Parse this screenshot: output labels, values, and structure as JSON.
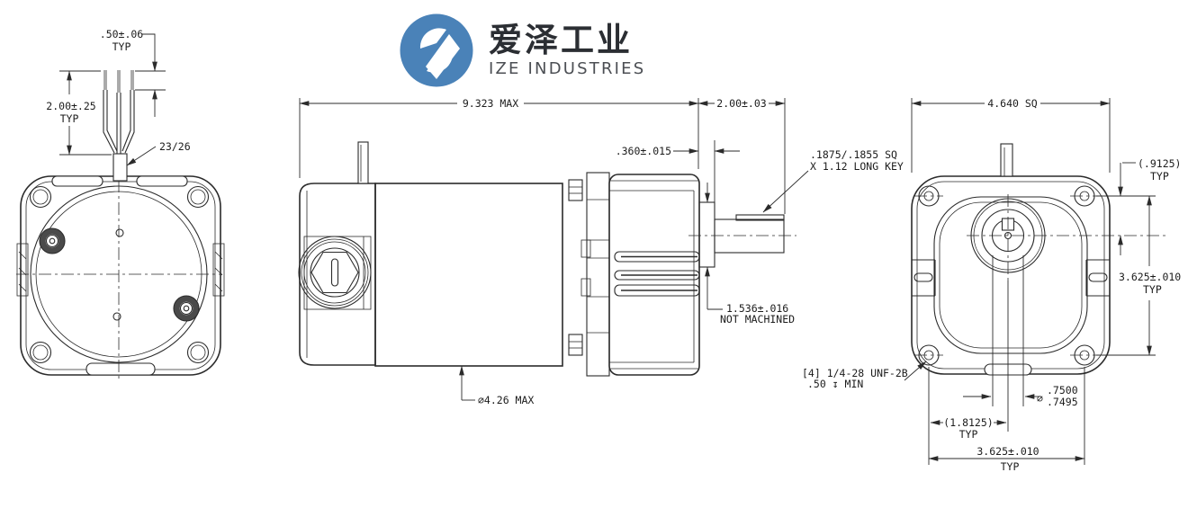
{
  "logo": {
    "cn_name": "爱泽工业",
    "en_name": "IZE INDUSTRIES",
    "brand_color": "#4a82b8",
    "mark": "circular-monogram"
  },
  "drawing": {
    "type": "engineering-dimension-drawing",
    "subject": "parallel-shaft gearmotor, three orthographic views",
    "line_color": "#2b2b2b"
  },
  "labels": {
    "lead_strip": ".50±.06",
    "lead_strip_typ": "TYP",
    "lead_length": "2.00±.25",
    "lead_length_typ": "TYP",
    "lead_gauge": "23/26",
    "overall_length": "9.323 MAX",
    "shaft_extension": "2.00±.03",
    "boss_face": ".360±.015",
    "key_line1": ".1875/.1855 SQ",
    "key_line2": "X 1.12 LONG KEY",
    "boss_line1": "1.536±.016",
    "boss_line2": "NOT MACHINED",
    "body_dia": "⌀4.26 MAX",
    "face_square": "4.640 SQ",
    "shaft_offset": "(.9125)",
    "shaft_offset_typ": "TYP",
    "bolt_span_v": "3.625±.010",
    "bolt_span_v_typ": "TYP",
    "tap_line1": "[4] 1/4-28 UNF-2B",
    "tap_line2": ".50 ↧ MIN",
    "shaft_dia_sym": "⌀",
    "shaft_dia_hi": ".7500",
    "shaft_dia_lo": ".7495",
    "bolt_half_span": "(1.8125)",
    "bolt_half_span_typ": "TYP",
    "bolt_span_h": "3.625±.010",
    "bolt_span_h_typ": "TYP"
  }
}
